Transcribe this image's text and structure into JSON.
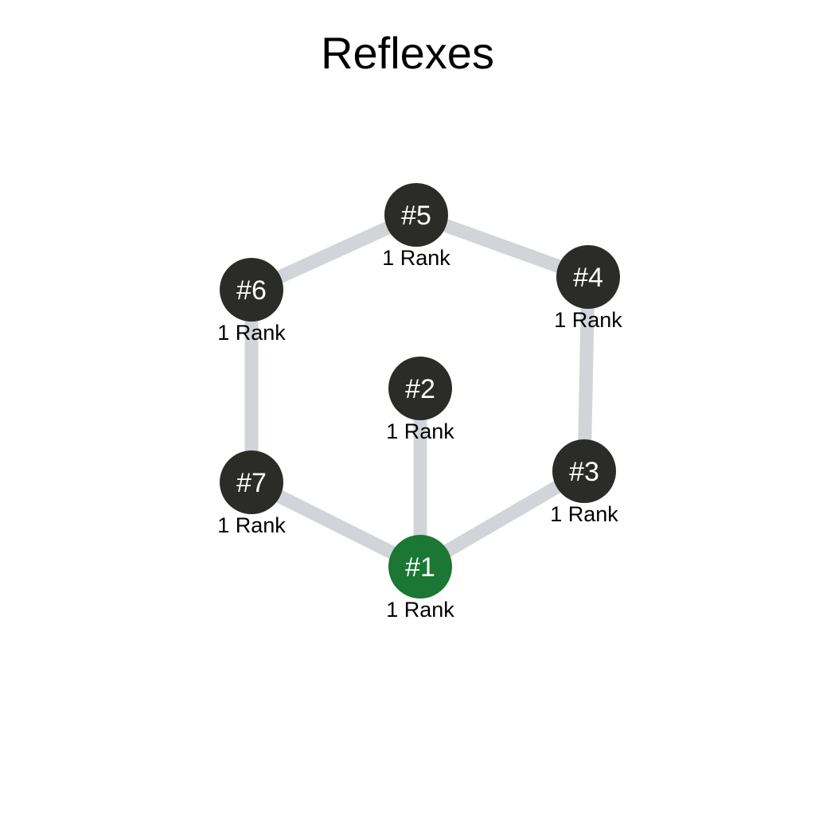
{
  "title": "Reflexes",
  "colors": {
    "node": "#2b2b28",
    "selected_node": "#1b7733",
    "edge": "#d1d5d9",
    "node_text": "#ffffff",
    "rank_text": "#000000"
  },
  "nodes": [
    {
      "id": "n1",
      "label": "#1",
      "rank": "1 Rank",
      "selected": true
    },
    {
      "id": "n2",
      "label": "#2",
      "rank": "1 Rank",
      "selected": false
    },
    {
      "id": "n3",
      "label": "#3",
      "rank": "1 Rank",
      "selected": false
    },
    {
      "id": "n4",
      "label": "#4",
      "rank": "1 Rank",
      "selected": false
    },
    {
      "id": "n5",
      "label": "#5",
      "rank": "1 Rank",
      "selected": false
    },
    {
      "id": "n6",
      "label": "#6",
      "rank": "1 Rank",
      "selected": false
    },
    {
      "id": "n7",
      "label": "#7",
      "rank": "1 Rank",
      "selected": false
    }
  ],
  "edges": [
    [
      "n1",
      "n2"
    ],
    [
      "n1",
      "n3"
    ],
    [
      "n1",
      "n7"
    ],
    [
      "n3",
      "n4"
    ],
    [
      "n4",
      "n5"
    ],
    [
      "n5",
      "n6"
    ],
    [
      "n6",
      "n7"
    ]
  ]
}
